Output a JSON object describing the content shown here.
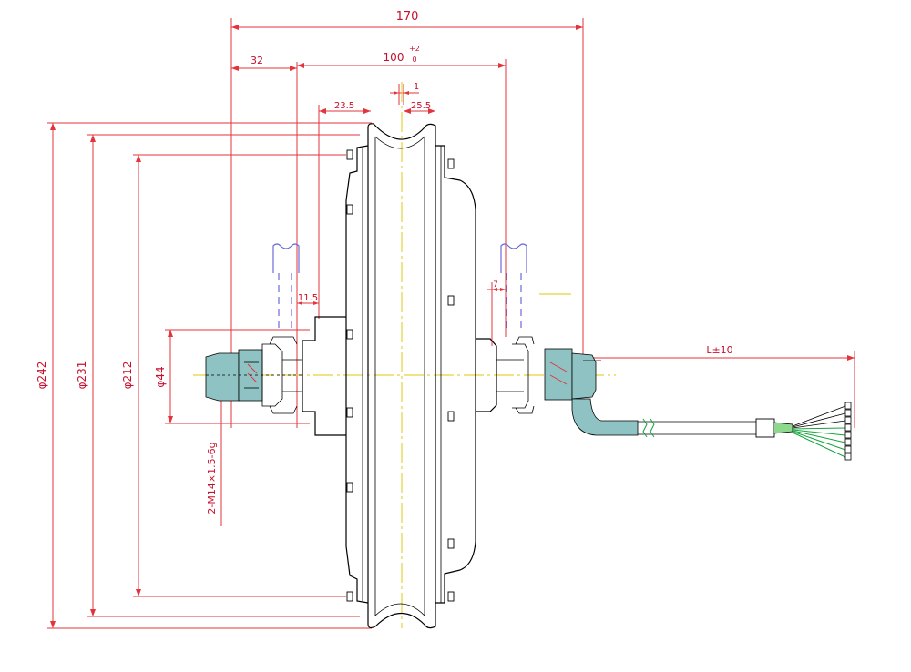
{
  "diagram": {
    "dimensions": {
      "overall_width": "170",
      "left_offset": "32",
      "hub_width": "100",
      "hub_tol_upper": "+2",
      "hub_tol_lower": "0",
      "center_offset": "1",
      "left_half": "23.5",
      "right_half": "25.5",
      "left_gap": "11.5",
      "right_gap": "7",
      "cable_length": "L±10",
      "dia_242": "φ242",
      "dia_231": "φ231",
      "dia_212": "φ212",
      "dia_44": "φ44",
      "thread": "2-M14×1.5-6g"
    },
    "colors": {
      "dimension": "#e3343c",
      "outline": "#000000",
      "centerline": "#e6d23a",
      "dropout": "#6a6ad8",
      "nut_fill": "#8fc3c3",
      "wire": "#14a33c"
    }
  }
}
